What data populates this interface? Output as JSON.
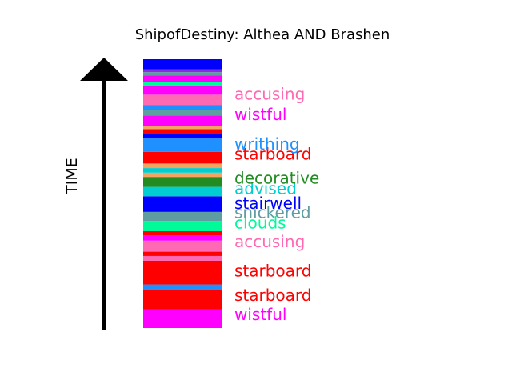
{
  "chart_data": {
    "type": "bar",
    "title": "ShipofDestiny: Althea AND Brashen",
    "ylabel": "TIME",
    "ylim": [
      0,
      1
    ],
    "segments": [
      {
        "y0": 0.0,
        "y1": 0.07,
        "color": "#ff00ff"
      },
      {
        "y0": 0.07,
        "y1": 0.14,
        "color": "#ff0000"
      },
      {
        "y0": 0.14,
        "y1": 0.162,
        "color": "#1e90ff"
      },
      {
        "y0": 0.162,
        "y1": 0.25,
        "color": "#ff0000"
      },
      {
        "y0": 0.25,
        "y1": 0.268,
        "color": "#ff69b4"
      },
      {
        "y0": 0.268,
        "y1": 0.284,
        "color": "#ff0000"
      },
      {
        "y0": 0.284,
        "y1": 0.325,
        "color": "#ff69b4"
      },
      {
        "y0": 0.325,
        "y1": 0.345,
        "color": "#ff00ff"
      },
      {
        "y0": 0.345,
        "y1": 0.36,
        "color": "#ff0000"
      },
      {
        "y0": 0.36,
        "y1": 0.398,
        "color": "#00fa9a"
      },
      {
        "y0": 0.398,
        "y1": 0.432,
        "color": "#5f9ea0"
      },
      {
        "y0": 0.432,
        "y1": 0.49,
        "color": "#0000ff"
      },
      {
        "y0": 0.49,
        "y1": 0.525,
        "color": "#00ced1"
      },
      {
        "y0": 0.525,
        "y1": 0.562,
        "color": "#228b22"
      },
      {
        "y0": 0.562,
        "y1": 0.578,
        "color": "#f4a460"
      },
      {
        "y0": 0.578,
        "y1": 0.595,
        "color": "#00ced1"
      },
      {
        "y0": 0.595,
        "y1": 0.612,
        "color": "#f4a460"
      },
      {
        "y0": 0.612,
        "y1": 0.655,
        "color": "#ff0000"
      },
      {
        "y0": 0.655,
        "y1": 0.705,
        "color": "#1e90ff"
      },
      {
        "y0": 0.705,
        "y1": 0.722,
        "color": "#0000ff"
      },
      {
        "y0": 0.722,
        "y1": 0.74,
        "color": "#ff0000"
      },
      {
        "y0": 0.74,
        "y1": 0.752,
        "color": "#f4a460"
      },
      {
        "y0": 0.752,
        "y1": 0.79,
        "color": "#ff00ff"
      },
      {
        "y0": 0.79,
        "y1": 0.81,
        "color": "#5f9ea0"
      },
      {
        "y0": 0.81,
        "y1": 0.83,
        "color": "#1e90ff"
      },
      {
        "y0": 0.83,
        "y1": 0.868,
        "color": "#ff69b4"
      },
      {
        "y0": 0.868,
        "y1": 0.9,
        "color": "#ff00ff"
      },
      {
        "y0": 0.9,
        "y1": 0.915,
        "color": "#00fa9a"
      },
      {
        "y0": 0.915,
        "y1": 0.94,
        "color": "#ff00ff"
      },
      {
        "y0": 0.94,
        "y1": 0.952,
        "color": "#5f9ea0"
      },
      {
        "y0": 0.952,
        "y1": 0.962,
        "color": "#8a2be2"
      },
      {
        "y0": 0.962,
        "y1": 1.0,
        "color": "#0000ff"
      }
    ],
    "labels": [
      {
        "text": "wistful",
        "y": 0.05,
        "color": "#ff00ff"
      },
      {
        "text": "starboard",
        "y": 0.122,
        "color": "#ff0000"
      },
      {
        "text": "starboard",
        "y": 0.213,
        "color": "#ff0000"
      },
      {
        "text": "accusing",
        "y": 0.322,
        "color": "#ff69b4"
      },
      {
        "text": "clouds",
        "y": 0.392,
        "color": "#00fa9a"
      },
      {
        "text": "snickered",
        "y": 0.43,
        "color": "#5f9ea0"
      },
      {
        "text": "stairwell",
        "y": 0.465,
        "color": "#0000ff"
      },
      {
        "text": "advised",
        "y": 0.52,
        "color": "#00ced1"
      },
      {
        "text": "decorative",
        "y": 0.558,
        "color": "#228b22"
      },
      {
        "text": "starboard",
        "y": 0.647,
        "color": "#ff0000"
      },
      {
        "text": "writhing",
        "y": 0.685,
        "color": "#1e90ff"
      },
      {
        "text": "wistful",
        "y": 0.795,
        "color": "#ff00ff"
      },
      {
        "text": "accusing",
        "y": 0.87,
        "color": "#ff69b4"
      }
    ]
  }
}
